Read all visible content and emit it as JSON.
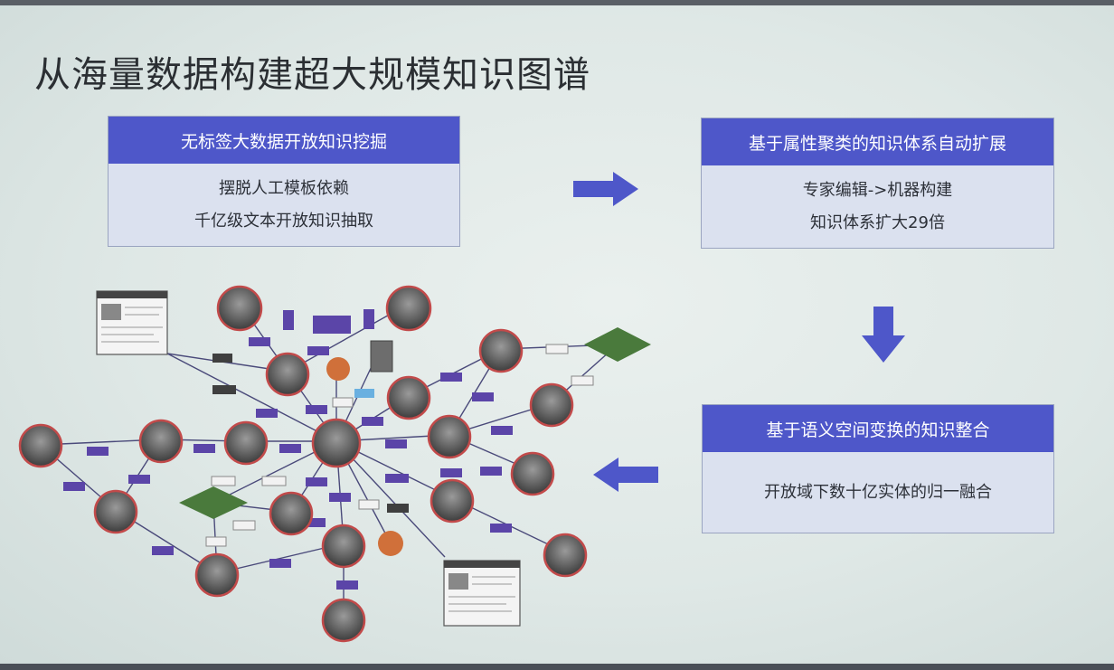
{
  "title": "从海量数据构建超大规模知识图谱",
  "boxes": [
    {
      "heading": "无标签大数据开放知识挖掘",
      "lines": [
        "摆脱人工模板依赖",
        "千亿级文本开放知识抽取"
      ]
    },
    {
      "heading": "基于属性聚类的知识体系自动扩展",
      "lines": [
        "专家编辑->机器构建",
        "知识体系扩大29倍"
      ]
    },
    {
      "heading": "基于语义空间变换的知识整合",
      "lines": [
        "开放域下数十亿实体的归一融合"
      ]
    }
  ],
  "colors": {
    "header": "#4e57c9",
    "box_bg": "#dbe1ef",
    "arrow": "#4e57c9",
    "edge_label": "#5b45a8",
    "relation_node": "#4a7a3c",
    "entity_node": "#d0703a"
  },
  "icons": {
    "arrow_right": "arrow-right-icon",
    "arrow_down": "arrow-down-icon",
    "arrow_left": "arrow-left-icon"
  }
}
